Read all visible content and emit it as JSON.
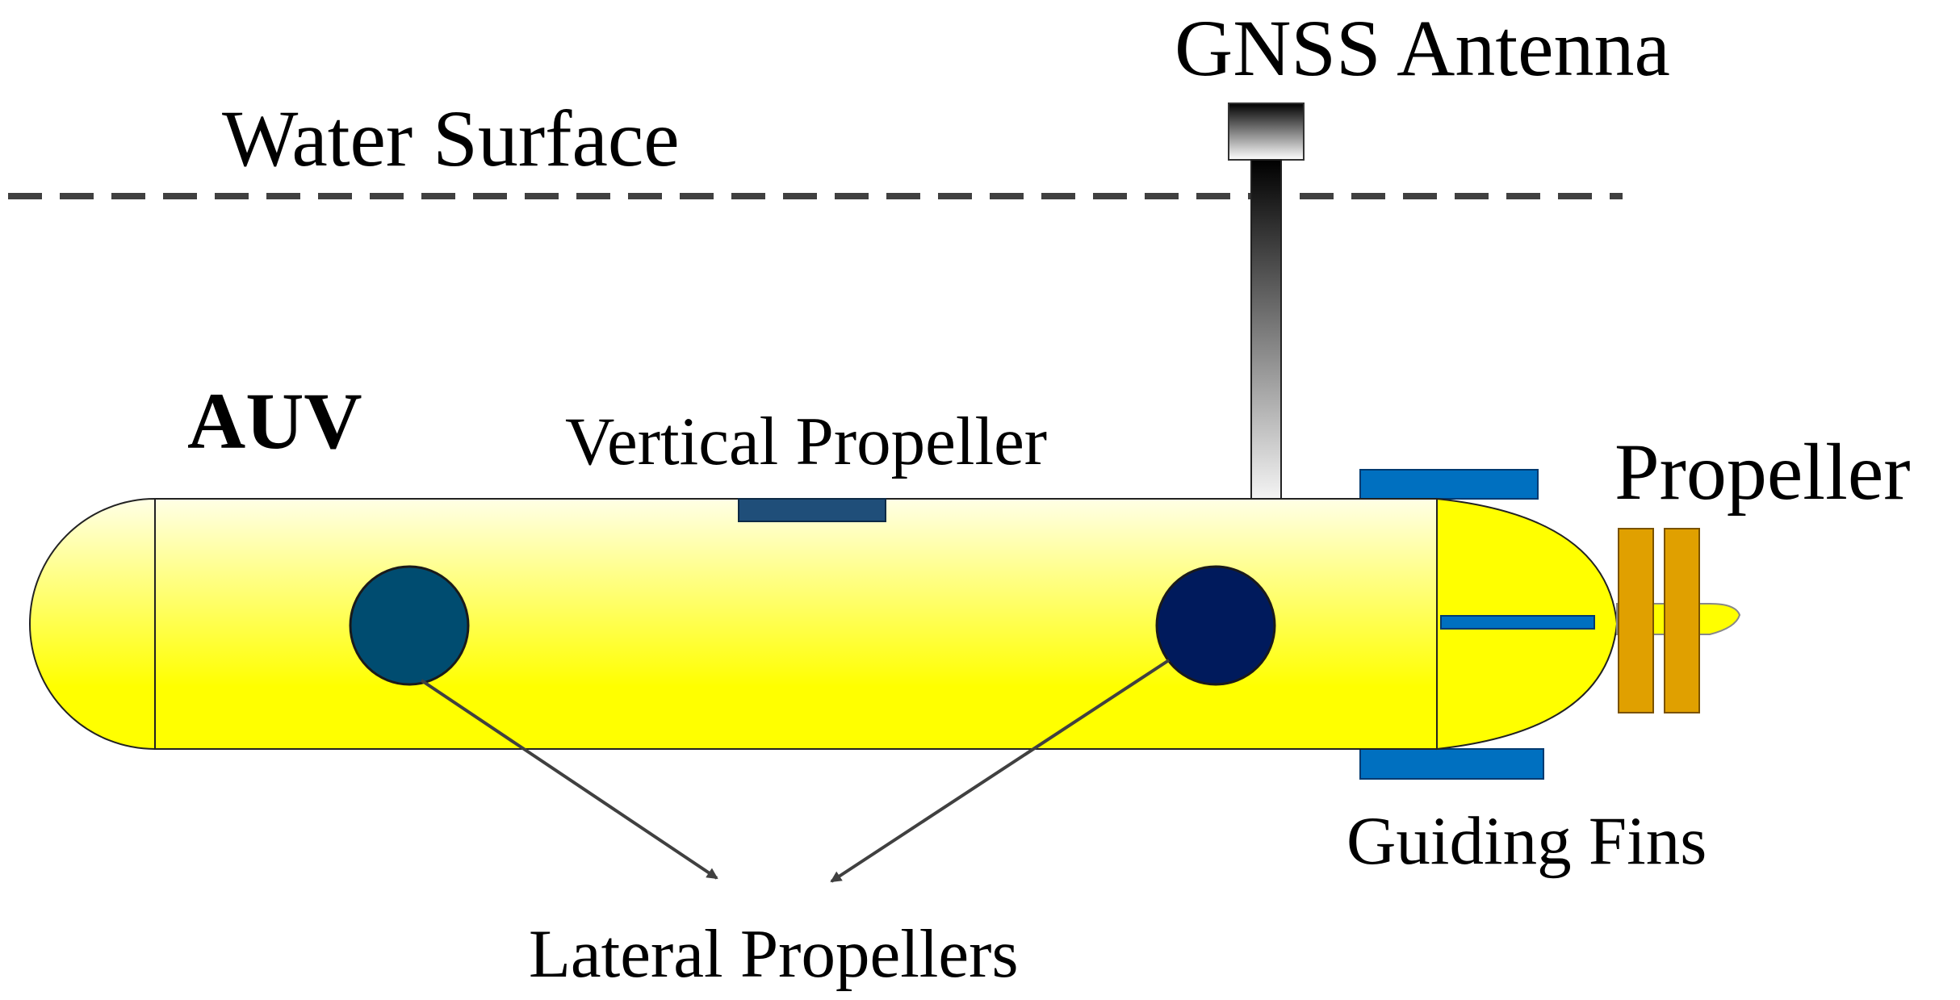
{
  "labels": {
    "water_surface": "Water Surface",
    "gnss_antenna": "GNSS Antenna",
    "auv": "AUV",
    "vertical_propeller": "Vertical Propeller",
    "propeller": "Propeller",
    "guiding_fins": "Guiding Fins",
    "lateral_propellers": "Lateral Propellers"
  },
  "colors": {
    "hull_yellow": "#ffff00",
    "hull_highlight": "#ffffcc",
    "fin_blue": "#0070c0",
    "vertical_propeller": "#1f4e79",
    "lateral_propeller_left": "#004c70",
    "lateral_propeller_right": "#001a5c",
    "propeller_blade": "#e0a000",
    "water_line": "#404040"
  }
}
